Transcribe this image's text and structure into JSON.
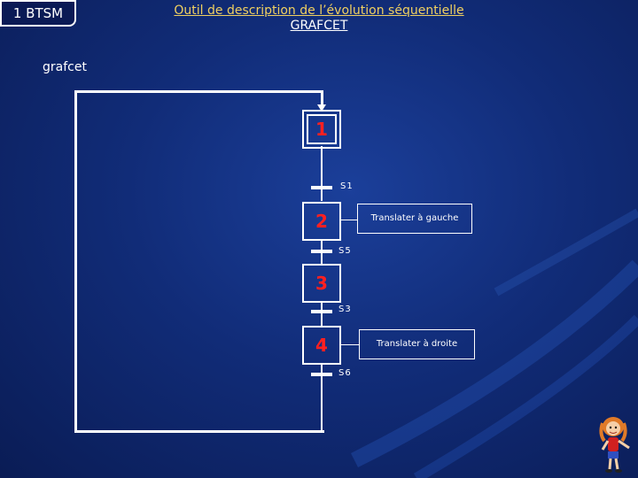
{
  "header": {
    "badge": "1 BTSM",
    "title_line1": "Outil de description de l’évolution séquentielle",
    "title_line2": "GRAFCET"
  },
  "diagram": {
    "caption": "grafcet",
    "steps": [
      {
        "number": "1",
        "initial": true
      },
      {
        "number": "2",
        "action": "Translater à gauche"
      },
      {
        "number": "3"
      },
      {
        "number": "4",
        "action": "Translater à droite"
      }
    ],
    "transitions": [
      "S1",
      "S5",
      "S3",
      "S6"
    ],
    "colors": {
      "step_number": "#ff2020",
      "lines": "#ffffff",
      "background": "#112c78"
    }
  },
  "decoration": {
    "character": "girl-cartoon-icon"
  }
}
